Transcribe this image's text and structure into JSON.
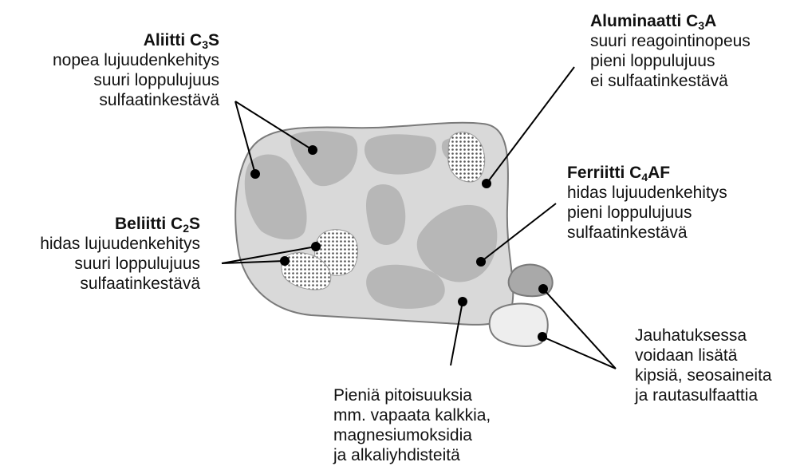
{
  "alite": {
    "name": "Aliitti C",
    "sub": "3",
    "suffix": "S",
    "lines": [
      "nopea lujuudenkehitys",
      "suuri loppulujuus",
      "sulfaatinkestävä"
    ]
  },
  "belite": {
    "name": "Beliitti C",
    "sub": "2",
    "suffix": "S",
    "lines": [
      "hidas lujuudenkehitys",
      "suuri loppulujuus",
      "sulfaatinkestävä"
    ]
  },
  "aluminate": {
    "name": "Aluminaatti C",
    "sub": "3",
    "suffix": "A",
    "lines": [
      "suuri reagointinopeus",
      "pieni loppulujuus",
      "ei sulfaatinkestävä"
    ]
  },
  "ferrite": {
    "name": "Ferriitti C",
    "sub": "4",
    "suffix": "AF",
    "lines": [
      "hidas lujuudenkehitys",
      "pieni loppulujuus",
      "sulfaatinkestävä"
    ]
  },
  "minor": {
    "lines": [
      "Pieniä pitoisuuksia",
      "mm. vapaata kalkkia,",
      "magnesiumoksidia",
      "ja alkaliyhdisteitä"
    ]
  },
  "grinding": {
    "lines": [
      "Jauhatuksessa",
      "voidaan lisätä",
      "kipsiä, seosaineita",
      "ja rautasulfaattia"
    ]
  },
  "colors": {
    "grain_fill": "#d9d9d9",
    "phase_fill": "#b7b7b7",
    "outline": "#7a7a7a",
    "gypsum_dark": "#a9a9a9",
    "gypsum_light": "#eeeeee",
    "ink": "#000000"
  }
}
